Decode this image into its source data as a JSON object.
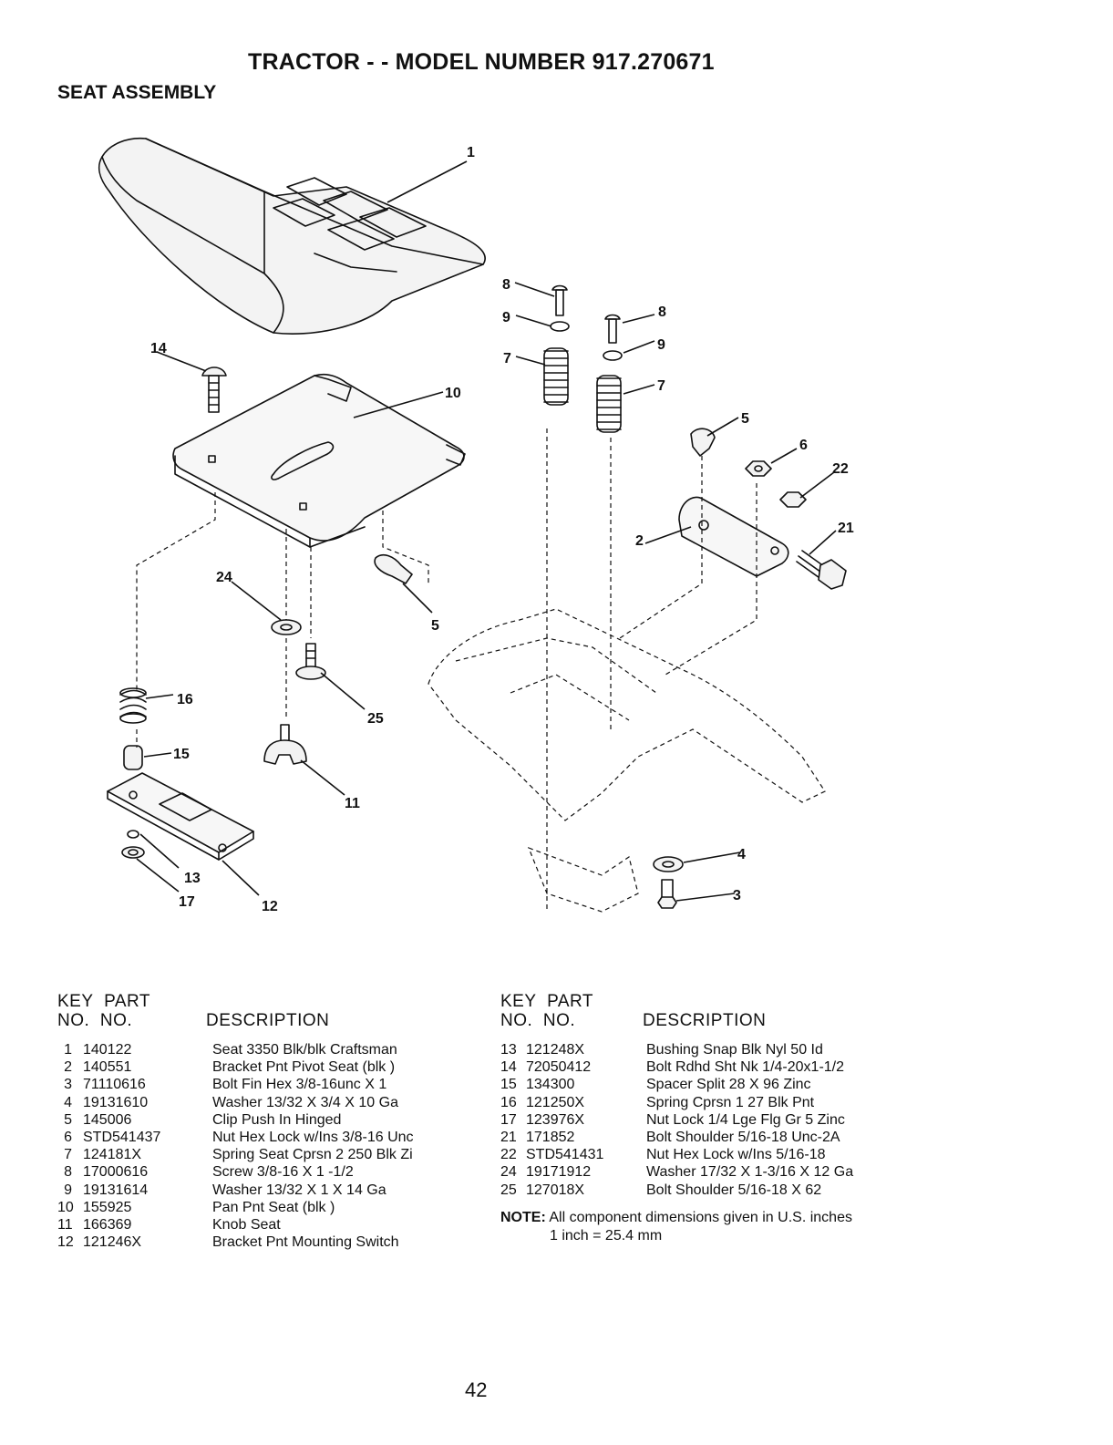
{
  "header": {
    "title": "TRACTOR - - MODEL NUMBER 917.270671",
    "section": "SEAT ASSEMBLY"
  },
  "diagram": {
    "callouts": [
      "1",
      "2",
      "3",
      "4",
      "5",
      "5",
      "6",
      "7",
      "7",
      "8",
      "8",
      "9",
      "9",
      "10",
      "11",
      "12",
      "13",
      "14",
      "15",
      "16",
      "17",
      "21",
      "22",
      "24",
      "25"
    ]
  },
  "table_headers": {
    "key_line1": "KEY",
    "key_line2": "NO.",
    "part_line1": "PART",
    "part_line2": "NO.",
    "description": "DESCRIPTION"
  },
  "parts_left": [
    {
      "key": "1",
      "part": "140122",
      "description": "Seat 3350 Blk/blk Craftsman"
    },
    {
      "key": "2",
      "part": "140551",
      "description": "Bracket Pnt Pivot Seat (blk )"
    },
    {
      "key": "3",
      "part": "71110616",
      "description": "Bolt Fin Hex 3/8-16unc X 1"
    },
    {
      "key": "4",
      "part": "19131610",
      "description": "Washer 13/32 X 3/4 X 10 Ga"
    },
    {
      "key": "5",
      "part": "145006",
      "description": "Clip Push In Hinged"
    },
    {
      "key": "6",
      "part": "STD541437",
      "description": "Nut Hex Lock w/Ins 3/8-16 Unc"
    },
    {
      "key": "7",
      "part": "124181X",
      "description": "Spring Seat Cprsn 2 250 Blk Zi"
    },
    {
      "key": "8",
      "part": "17000616",
      "description": "Screw 3/8-16 X 1 -1/2"
    },
    {
      "key": "9",
      "part": "19131614",
      "description": "Washer 13/32 X 1 X 14 Ga"
    },
    {
      "key": "10",
      "part": "155925",
      "description": "Pan Pnt Seat (blk )"
    },
    {
      "key": "11",
      "part": "166369",
      "description": "Knob Seat"
    },
    {
      "key": "12",
      "part": "121246X",
      "description": "Bracket Pnt Mounting Switch"
    }
  ],
  "parts_right": [
    {
      "key": "13",
      "part": "121248X",
      "description": "Bushing Snap Blk Nyl 50 Id"
    },
    {
      "key": "14",
      "part": "72050412",
      "description": "Bolt Rdhd Sht Nk 1/4-20x1-1/2"
    },
    {
      "key": "15",
      "part": "134300",
      "description": "Spacer Split 28 X 96 Zinc"
    },
    {
      "key": "16",
      "part": "121250X",
      "description": "Spring Cprsn 1 27 Blk Pnt"
    },
    {
      "key": "17",
      "part": "123976X",
      "description": "Nut Lock 1/4 Lge Flg Gr 5 Zinc"
    },
    {
      "key": "21",
      "part": "171852",
      "description": "Bolt Shoulder 5/16-18 Unc-2A"
    },
    {
      "key": "22",
      "part": "STD541431",
      "description": "Nut Hex Lock w/Ins 5/16-18"
    },
    {
      "key": "24",
      "part": "19171912",
      "description": "Washer 17/32 X 1-3/16 X 12 Ga"
    },
    {
      "key": "25",
      "part": "127018X",
      "description": "Bolt Shoulder 5/16-18 X 62"
    }
  ],
  "note": {
    "label": "NOTE:",
    "line1": "All component dimensions given in U.S. inches",
    "line2": "1 inch = 25.4 mm"
  },
  "page_number": "42"
}
